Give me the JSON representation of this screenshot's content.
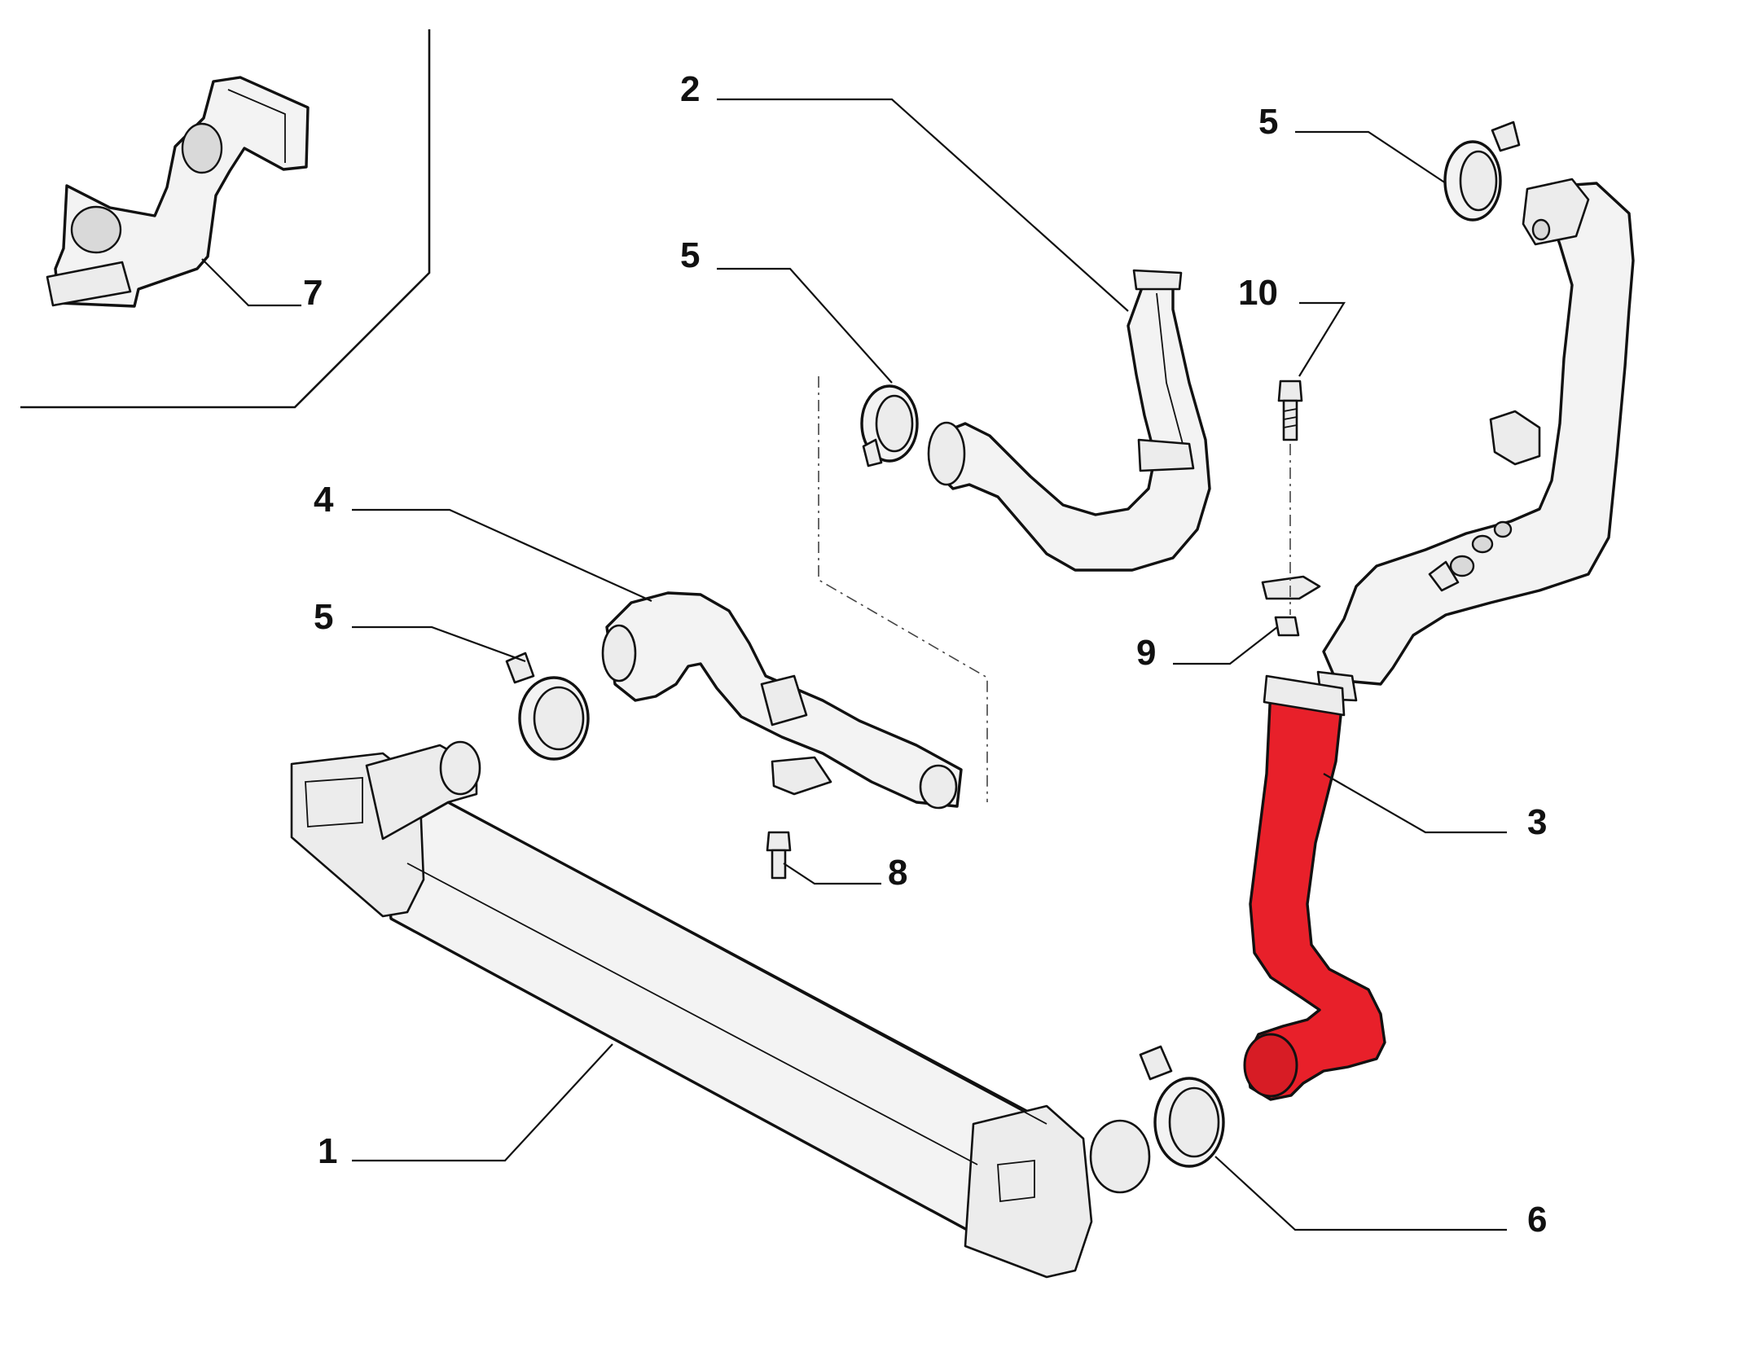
{
  "callouts": [
    {
      "id": "1",
      "label": "1"
    },
    {
      "id": "2",
      "label": "2"
    },
    {
      "id": "3",
      "label": "3"
    },
    {
      "id": "4",
      "label": "4"
    },
    {
      "id": "5a",
      "label": "5"
    },
    {
      "id": "5b",
      "label": "5"
    },
    {
      "id": "5c",
      "label": "5"
    },
    {
      "id": "6",
      "label": "6"
    },
    {
      "id": "7",
      "label": "7"
    },
    {
      "id": "8",
      "label": "8"
    },
    {
      "id": "9",
      "label": "9"
    },
    {
      "id": "10",
      "label": "10"
    }
  ],
  "colors": {
    "highlight": "#e8202a",
    "line": "#111111",
    "fill": "#f3f3f3",
    "background": "#ffffff"
  }
}
